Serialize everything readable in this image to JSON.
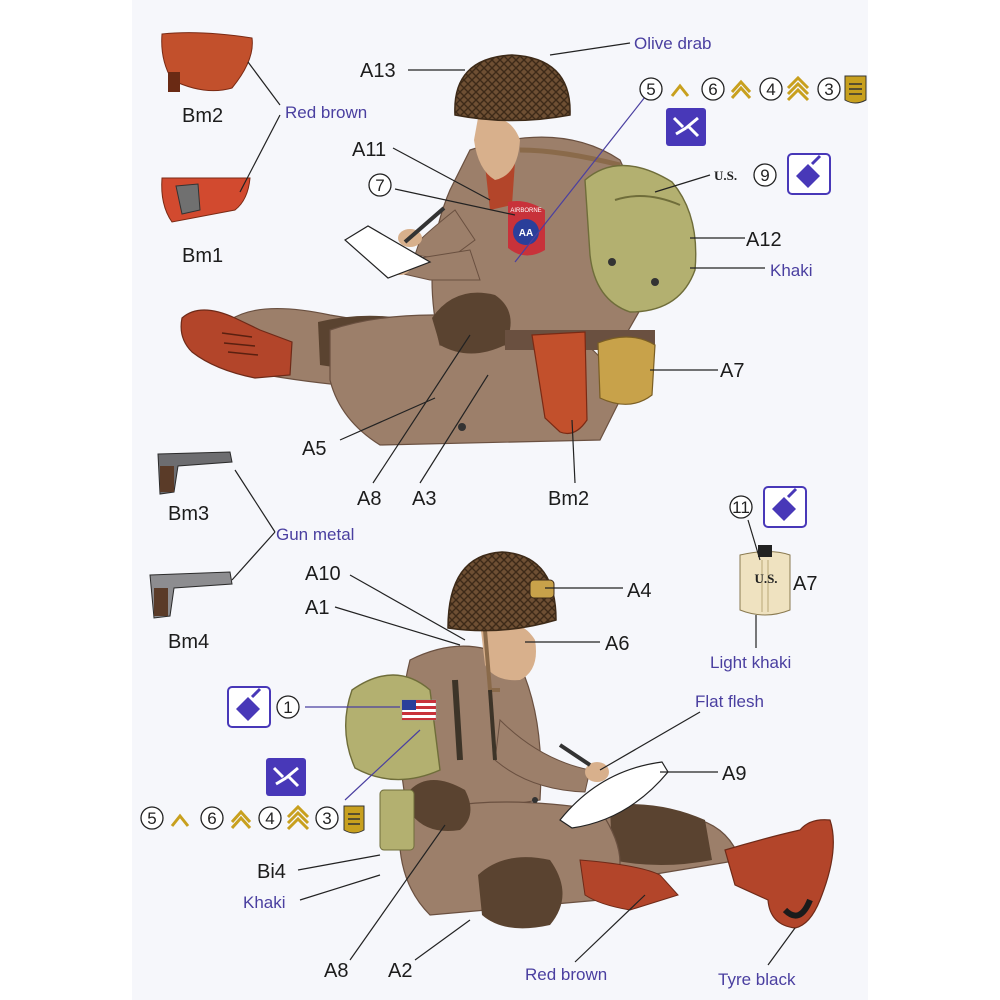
{
  "parts": {
    "a13": "A13",
    "a11": "A11",
    "a12": "A12",
    "a7_top": "A7",
    "a5": "A5",
    "a8_top": "A8",
    "a3": "A3",
    "bm2_holster": "Bm2",
    "bm2_swatch": "Bm2",
    "bm1": "Bm1",
    "bm3": "Bm3",
    "bm4": "Bm4",
    "a10": "A10",
    "a1": "A1",
    "a4": "A4",
    "a6": "A6",
    "a7_canteen": "A7",
    "a9": "A9",
    "bi4": "Bi4",
    "a8_bottom": "A8",
    "a2": "A2"
  },
  "colors": {
    "olive_drab": "Olive drab",
    "red_brown_top": "Red brown",
    "khaki_top": "Khaki",
    "gun_metal": "Gun metal",
    "light_khaki": "Light khaki",
    "flat_flesh": "Flat flesh",
    "khaki_bottom": "Khaki",
    "red_brown_bottom": "Red brown",
    "tyre_black": "Tyre black"
  },
  "decals": {
    "d5a": "5",
    "d6a": "6",
    "d4a": "4",
    "d3a": "3",
    "d7": "7",
    "d9": "9",
    "us_text": "U.S.",
    "d11": "11",
    "d1": "1",
    "d5b": "5",
    "d6b": "6",
    "d4b": "4",
    "d3b": "3",
    "airborne": "AIRBORNE",
    "ap": "AA",
    "canteen_us": "U.S."
  },
  "palette": {
    "uniform": "#9c7f6a",
    "uniform_dark": "#7a5e4c",
    "helmet": "#6e4f33",
    "pad": "#5a4330",
    "khaki": "#b3b070",
    "boot": "#b3452a",
    "holster": "#c2502c",
    "canteen": "#c8a24a",
    "flesh": "#d8b08c",
    "gun": "#6d6d70",
    "label_color": "#4a3fa0",
    "panel": "#f6f7fb"
  }
}
